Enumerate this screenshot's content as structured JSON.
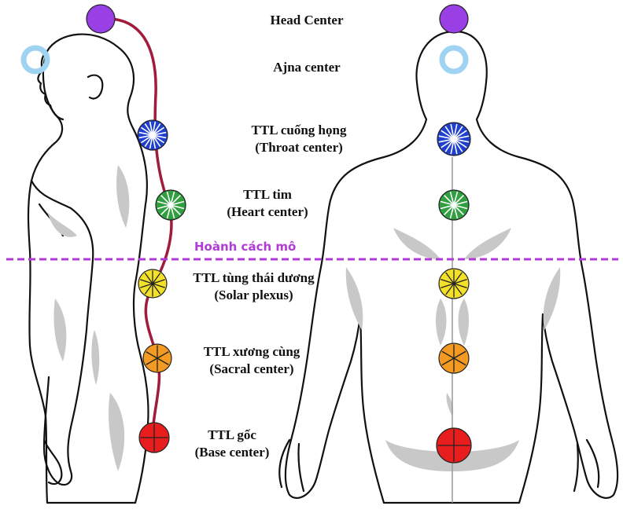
{
  "colors": {
    "head": "#9a3fe6",
    "ajna": "#9fd3f2",
    "throat": "#1f3fd0",
    "heart": "#2f9f3f",
    "solar": "#f2e02a",
    "sacral": "#f29a22",
    "base": "#e81d1d",
    "channel": "#a11b3c",
    "diaphragm": "#b23ad6",
    "body_fill": "#ffffff",
    "body_shadow": "#c8c8c8",
    "outline": "#111111"
  },
  "centers": [
    {
      "key": "head",
      "line1": "Head Center",
      "line2": ""
    },
    {
      "key": "ajna",
      "line1": "Ajna center",
      "line2": ""
    },
    {
      "key": "throat",
      "line1": "TTL cuống họng",
      "line2": "(Throat center)"
    },
    {
      "key": "heart",
      "line1": "TTL tim",
      "line2": "(Heart center)"
    },
    {
      "key": "solar",
      "line1": "TTL tùng thái dương",
      "line2": "(Solar plexus)"
    },
    {
      "key": "sacral",
      "line1": "TTL xương cùng",
      "line2": "(Sacral center)"
    },
    {
      "key": "base",
      "line1": "TTL gốc",
      "line2": "(Base center)"
    }
  ],
  "diaphragm_label": "Hoành  cách mô"
}
